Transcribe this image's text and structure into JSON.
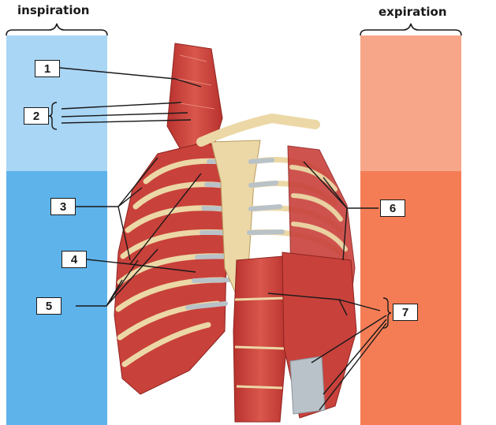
{
  "headings": {
    "left": "inspiration",
    "right": "expiration"
  },
  "labels": [
    "1",
    "2",
    "3",
    "4",
    "5",
    "6",
    "7"
  ],
  "colors": {
    "inspiration_light": "#a9d6f5",
    "inspiration_dark": "#5eb3ea",
    "expiration_light": "#f7a689",
    "expiration_dark": "#f57d55",
    "muscle": "#c9413b",
    "bone": "#ecd8a6",
    "cartilage": "#b8c2c8"
  }
}
